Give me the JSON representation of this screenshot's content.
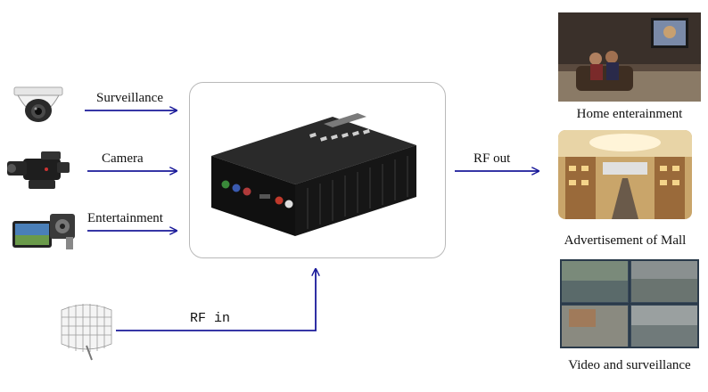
{
  "inputs": {
    "surveillance": "Surveillance",
    "camera": "Camera",
    "entertainment": "Entertainment"
  },
  "rf_in": "RF in",
  "rf_out": "RF out",
  "outputs": {
    "home": "Home enterainment",
    "mall": "Advertisement of Mall",
    "video": "Video and surveillance"
  },
  "colors": {
    "arrow": "#1a1a9a",
    "device_body": "#1b1b1b",
    "box_border": "#b9b9b9"
  },
  "icons": {
    "surveillance": "dome-camera-icon",
    "camera": "camcorder-icon",
    "entertainment": "media-player-icon",
    "antenna": "grid-antenna-icon"
  }
}
